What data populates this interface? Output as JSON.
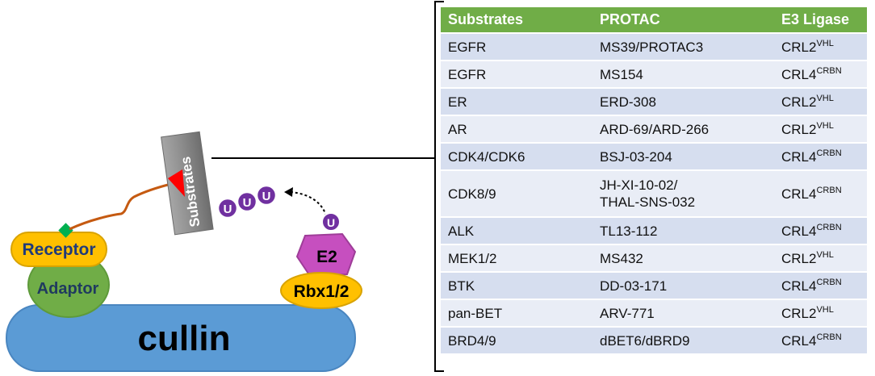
{
  "diagram": {
    "cullin": "cullin",
    "adaptor": "Adaptor",
    "receptor": "Receptor",
    "rbx": "Rbx1/2",
    "e2": "E2",
    "substrates": "Substrates",
    "ubiquitin": "U",
    "colors": {
      "cullin": "#5b9bd5",
      "adaptor": "#70ad47",
      "receptor": "#ffc000",
      "e2": "#c64fbf",
      "ubiquitin": "#7030a0",
      "substrate_box": "#8c8c8c",
      "linker": "#c55a11",
      "arrow_head": "#ff0000",
      "ligand": "#00b050"
    }
  },
  "table": {
    "headers": [
      "Substrates",
      "PROTAC",
      "E3 Ligase"
    ],
    "rows": [
      {
        "substrate": "EGFR",
        "protac": "MS39/PROTAC3",
        "ligase": "CRL2",
        "sup": "VHL"
      },
      {
        "substrate": "EGFR",
        "protac": "MS154",
        "ligase": "CRL4",
        "sup": "CRBN"
      },
      {
        "substrate": "ER",
        "protac": "ERD-308",
        "ligase": "CRL2",
        "sup": "VHL"
      },
      {
        "substrate": "AR",
        "protac": "ARD-69/ARD-266",
        "ligase": "CRL2",
        "sup": "VHL"
      },
      {
        "substrate": "CDK4/CDK6",
        "protac": "BSJ-03-204",
        "ligase": "CRL4",
        "sup": "CRBN"
      },
      {
        "substrate": "CDK8/9",
        "protac": "JH-XI-10-02/",
        "protac2": "THAL-SNS-032",
        "ligase": "CRL4",
        "sup": "CRBN"
      },
      {
        "substrate": "ALK",
        "protac": "TL13-112",
        "ligase": "CRL4",
        "sup": "CRBN"
      },
      {
        "substrate": "MEK1/2",
        "protac": "MS432",
        "ligase": "CRL2",
        "sup": "VHL"
      },
      {
        "substrate": "BTK",
        "protac": "DD-03-171",
        "ligase": "CRL4",
        "sup": "CRBN"
      },
      {
        "substrate": "pan-BET",
        "protac": "ARV-771",
        "ligase": "CRL2",
        "sup": "VHL"
      },
      {
        "substrate": "BRD4/9",
        "protac": "dBET6/dBRD9",
        "ligase": "CRL4",
        "sup": "CRBN"
      }
    ]
  }
}
